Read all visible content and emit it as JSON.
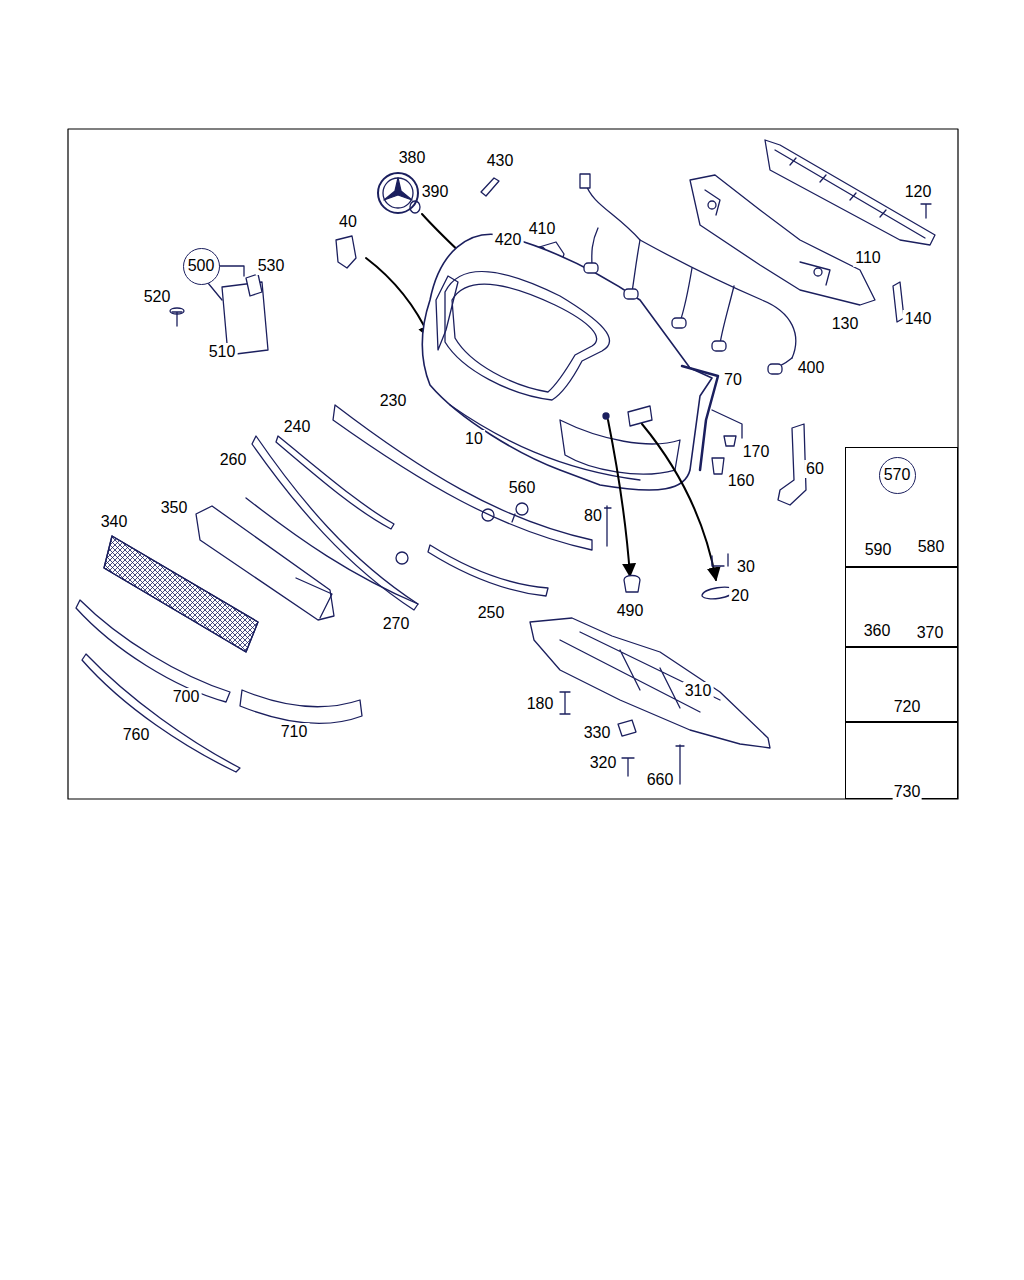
{
  "diagram": {
    "nodes": [
      {
        "text": [
          "500"
        ]
      },
      {
        "text": [
          "590",
          "580"
        ]
      },
      {
        "text": [
          "570"
        ],
        "in": 1
      },
      {
        "text": [
          "360",
          "370"
        ]
      },
      {
        "text": [
          "720"
        ]
      },
      {
        "text": [
          "730"
        ]
      }
    ],
    "labels": [
      "380",
      "430",
      "390",
      "120",
      "40",
      "410",
      "420",
      "530",
      "520",
      "110",
      "130",
      "140",
      "510",
      "400",
      "70",
      "230",
      "10",
      "240",
      "170",
      "260",
      "60",
      "160",
      "560",
      "340",
      "350",
      "80",
      "30",
      "490",
      "20",
      "270",
      "250",
      "310",
      "180",
      "700",
      "710",
      "330",
      "760",
      "320",
      "660"
    ]
  }
}
